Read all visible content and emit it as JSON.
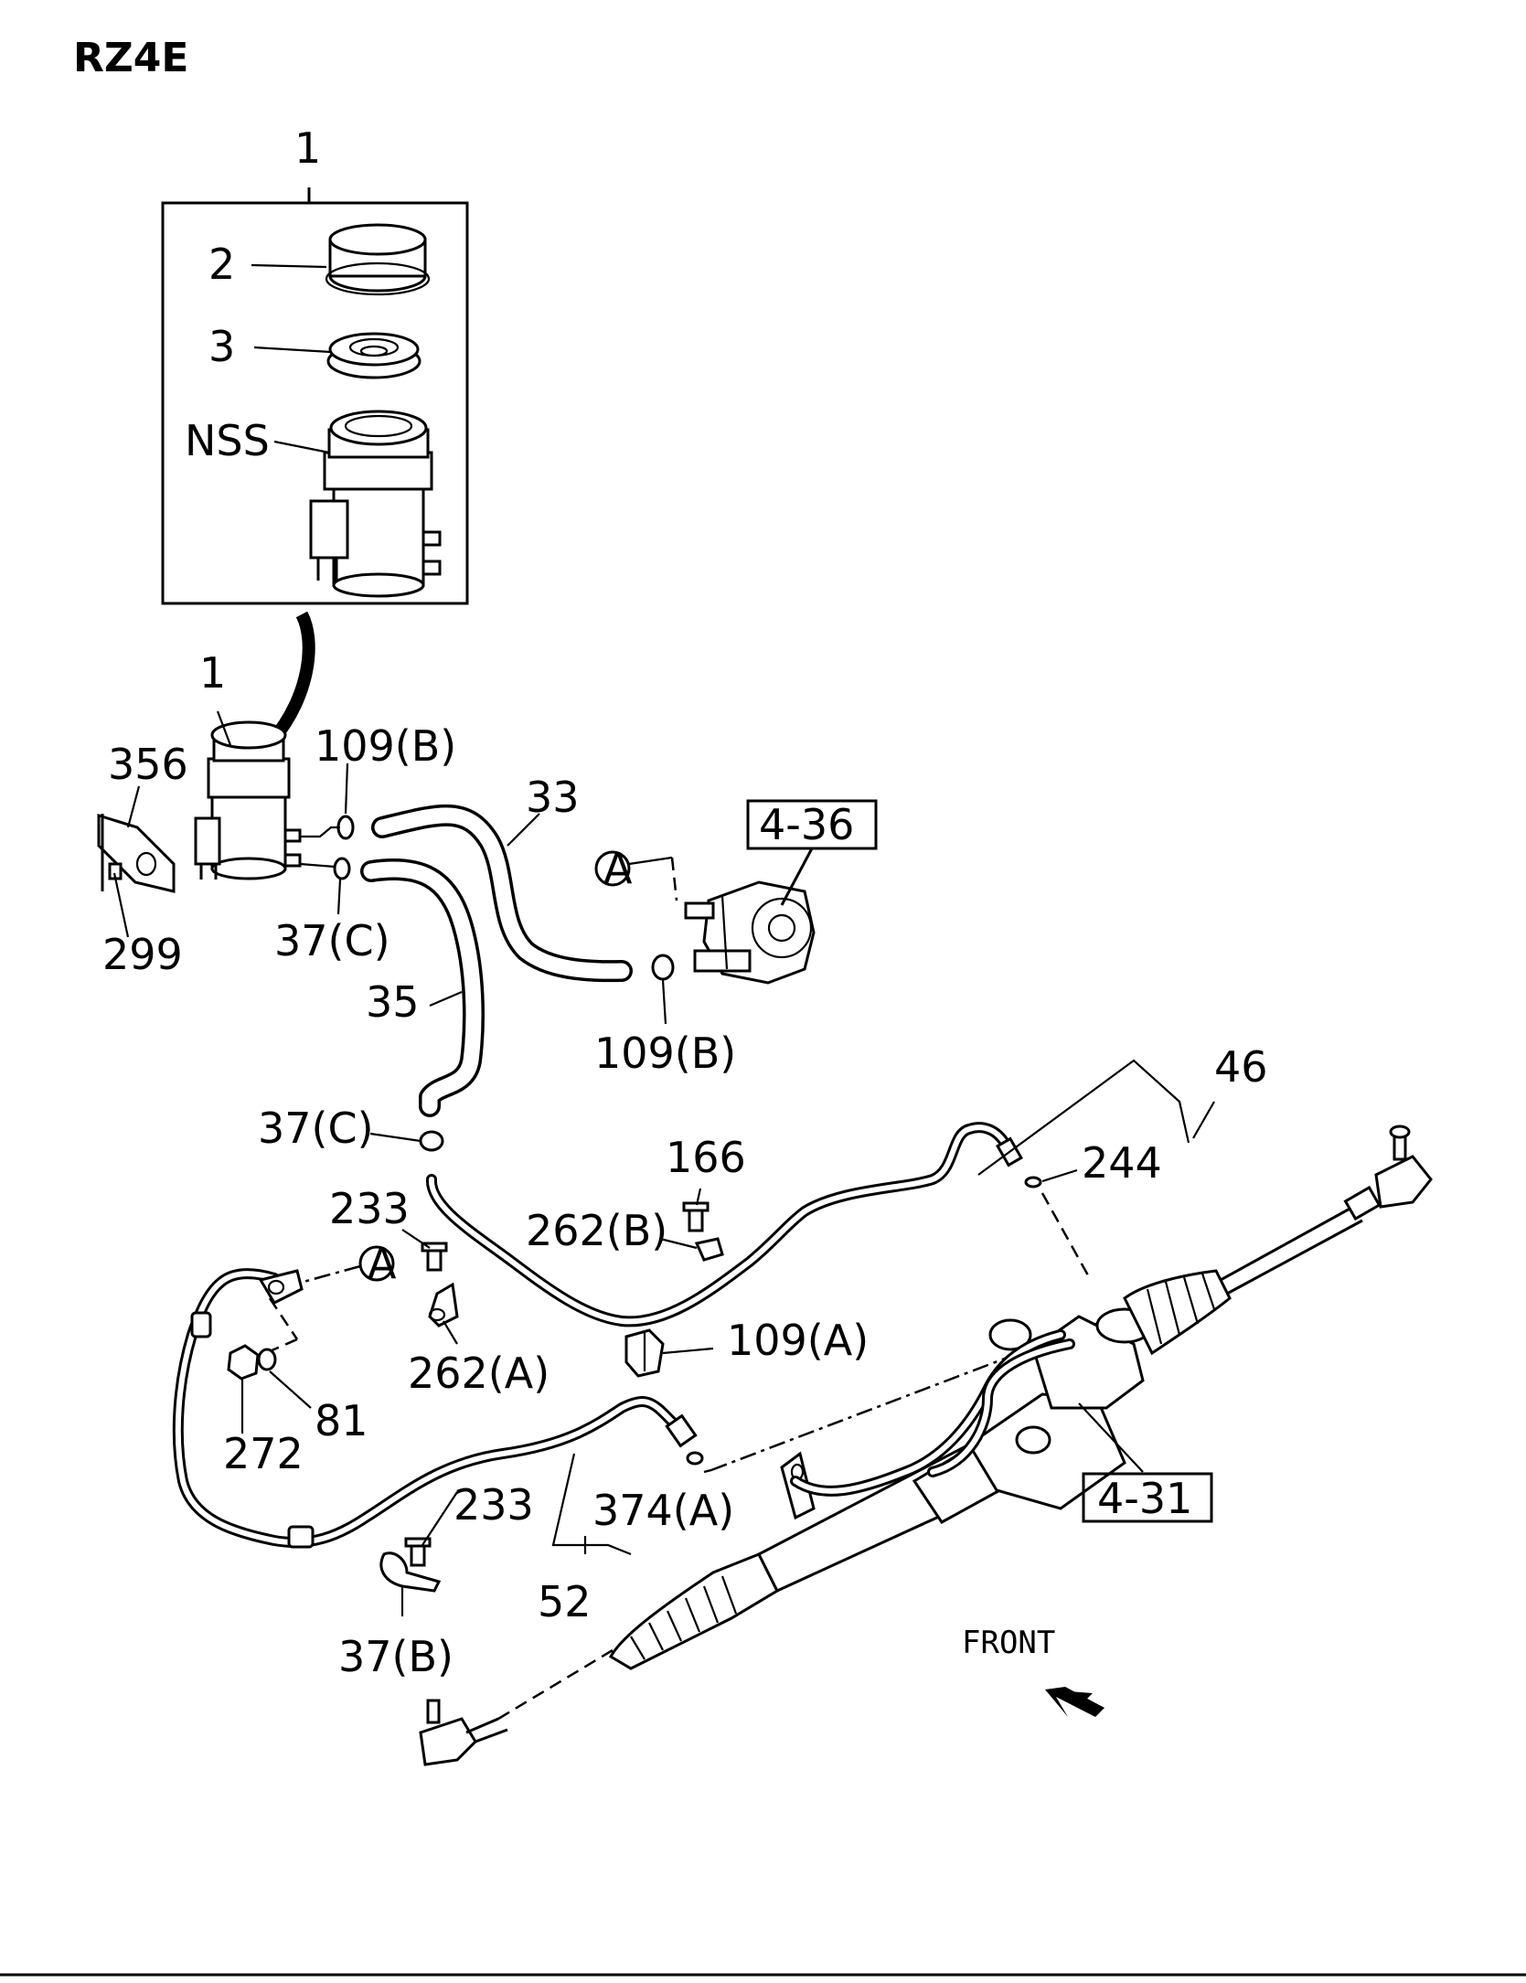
{
  "title": "RZ4E",
  "front_label": "FRONT",
  "callouts": {
    "c1_top": "1",
    "c2": "2",
    "c3": "3",
    "nss": "NSS",
    "c1": "1",
    "c356": "356",
    "c299": "299",
    "c109b_top": "109(B)",
    "c37c_top": "37(C)",
    "c33": "33",
    "c35": "35",
    "a_top": "A",
    "ref_4_36": "4-36",
    "c109b_pump": "109(B)",
    "c46": "46",
    "c244": "244",
    "c37c_mid": "37(C)",
    "c166": "166",
    "c262b": "262(B)",
    "c233_top": "233",
    "a_mid": "A",
    "c262a": "262(A)",
    "c109a": "109(A)",
    "c81": "81",
    "c272": "272",
    "c374a": "374(A)",
    "ref_4_31": "4-31",
    "c233_bot": "233",
    "c52": "52",
    "c37b": "37(B)"
  }
}
